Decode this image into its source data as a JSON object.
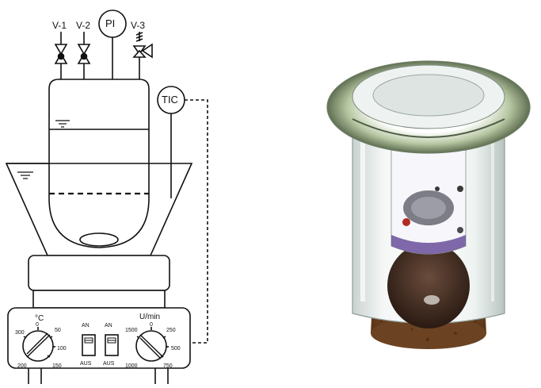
{
  "labels": {
    "valve1": "V-1",
    "valve2": "V-2",
    "valve3": "V-3",
    "pressure_indicator": "PI",
    "temp_controller": "TIC"
  },
  "stirrer_unit": {
    "temp_unit": "°C",
    "temp_scale": [
      "300",
      "0",
      "50",
      "100",
      "150",
      "200"
    ],
    "heat_switch": {
      "on": "AN",
      "off": "AUS"
    },
    "stir_switch": {
      "on": "AN",
      "off": "AUS"
    },
    "speed_unit": "U/min",
    "speed_scale": [
      "1500",
      "0",
      "250",
      "500",
      "750",
      "1000"
    ]
  },
  "photo": {
    "description_icon": "glass-reactor-photo"
  }
}
